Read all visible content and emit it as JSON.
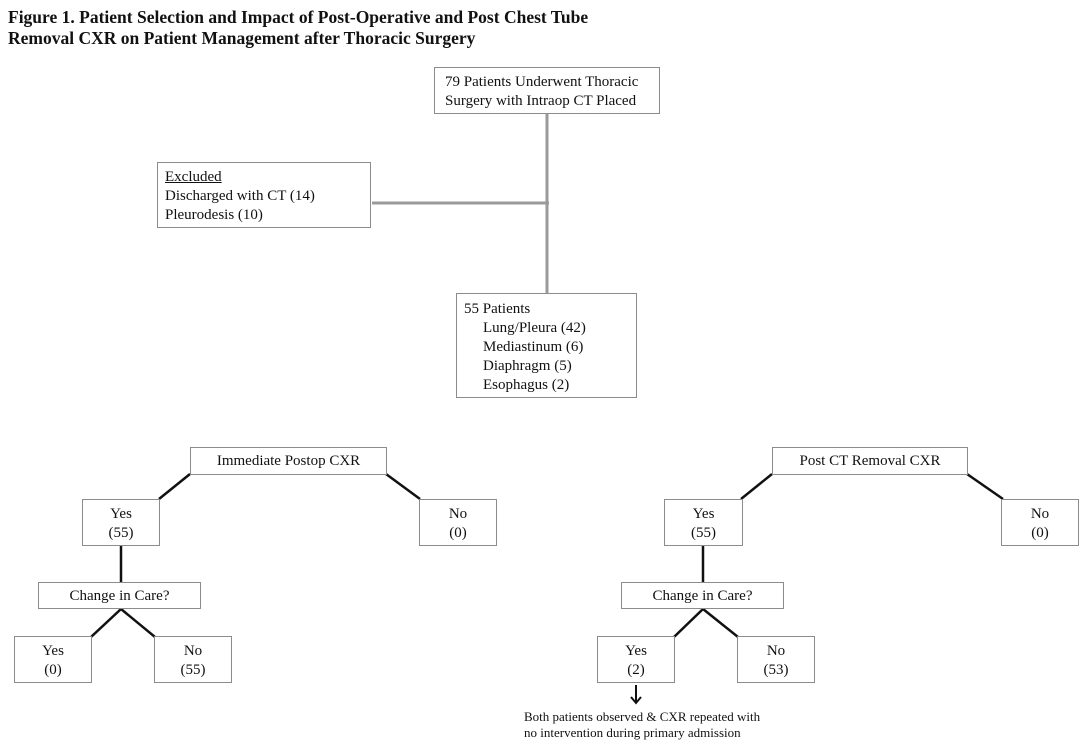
{
  "title": {
    "line1": "Figure 1. Patient Selection and Impact of Post-Operative and Post Chest Tube",
    "line2": "Removal CXR on Patient Management after Thoracic Surgery"
  },
  "top_box": {
    "line1": "79 Patients Underwent Thoracic",
    "line2": "Surgery with Intraop CT Placed"
  },
  "excluded_box": {
    "heading": "Excluded",
    "line1": "Discharged with CT (14)",
    "line2": "Pleurodesis (10)"
  },
  "patients_box": {
    "heading": "55 Patients",
    "items": [
      "Lung/Pleura (42)",
      "Mediastinum (6)",
      "Diaphragm (5)",
      "Esophagus (2)"
    ]
  },
  "left_tree": {
    "root": "Immediate Postop CXR",
    "yes_label": "Yes",
    "yes_count": "(55)",
    "no_label": "No",
    "no_count": "(0)",
    "question": "Change in Care?",
    "change_yes_label": "Yes",
    "change_yes_count": "(0)",
    "change_no_label": "No",
    "change_no_count": "(55)"
  },
  "right_tree": {
    "root": "Post CT Removal CXR",
    "yes_label": "Yes",
    "yes_count": "(55)",
    "no_label": "No",
    "no_count": "(0)",
    "question": "Change in Care?",
    "change_yes_label": "Yes",
    "change_yes_count": "(2)",
    "change_no_label": "No",
    "change_no_count": "(53)"
  },
  "note": {
    "line1": "Both patients observed & CXR repeated with",
    "line2": "no intervention during primary admission"
  }
}
